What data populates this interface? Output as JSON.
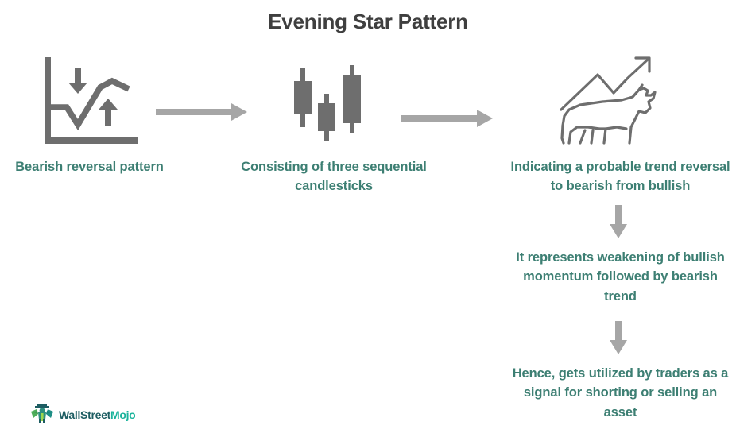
{
  "page": {
    "title": "Evening Star Pattern",
    "background_color": "#ffffff"
  },
  "colors": {
    "title": "#3f3f3f",
    "caption_teal": "#3d7f73",
    "icon_gray": "#6e6e6e",
    "arrow_gray": "#a6a6a6",
    "logo_dark": "#1d5d62",
    "logo_bright": "#19b39b"
  },
  "steps": [
    {
      "id": "step-1",
      "icon": "line-chart-reversal-icon",
      "caption": "Bearish reversal pattern"
    },
    {
      "id": "step-2",
      "icon": "three-candlesticks-icon",
      "caption": "Consisting of three sequential candlesticks"
    },
    {
      "id": "step-3",
      "icon": "bull-trend-icon",
      "caption": "Indicating a probable trend reversal to bearish from bullish"
    }
  ],
  "connectors": [
    {
      "id": "arrow-step1-step2",
      "icon": "right-arrow-icon",
      "direction": "right"
    },
    {
      "id": "arrow-step2-step3",
      "icon": "right-arrow-icon",
      "direction": "right"
    },
    {
      "id": "arrow-note1-note2",
      "icon": "down-arrow-icon",
      "direction": "down"
    },
    {
      "id": "arrow-note2-note3",
      "icon": "down-arrow-icon",
      "direction": "down"
    }
  ],
  "notes": [
    {
      "id": "note-1",
      "text": "It represents weakening of bullish momentum followed by bearish trend"
    },
    {
      "id": "note-2",
      "text": "Hence, gets utilized by traders as a signal for shorting or selling an asset"
    }
  ],
  "logo": {
    "icon": "wallstreetmojo-mascot-icon",
    "name_part1": "WallStreet",
    "name_part2": "Mojo"
  }
}
